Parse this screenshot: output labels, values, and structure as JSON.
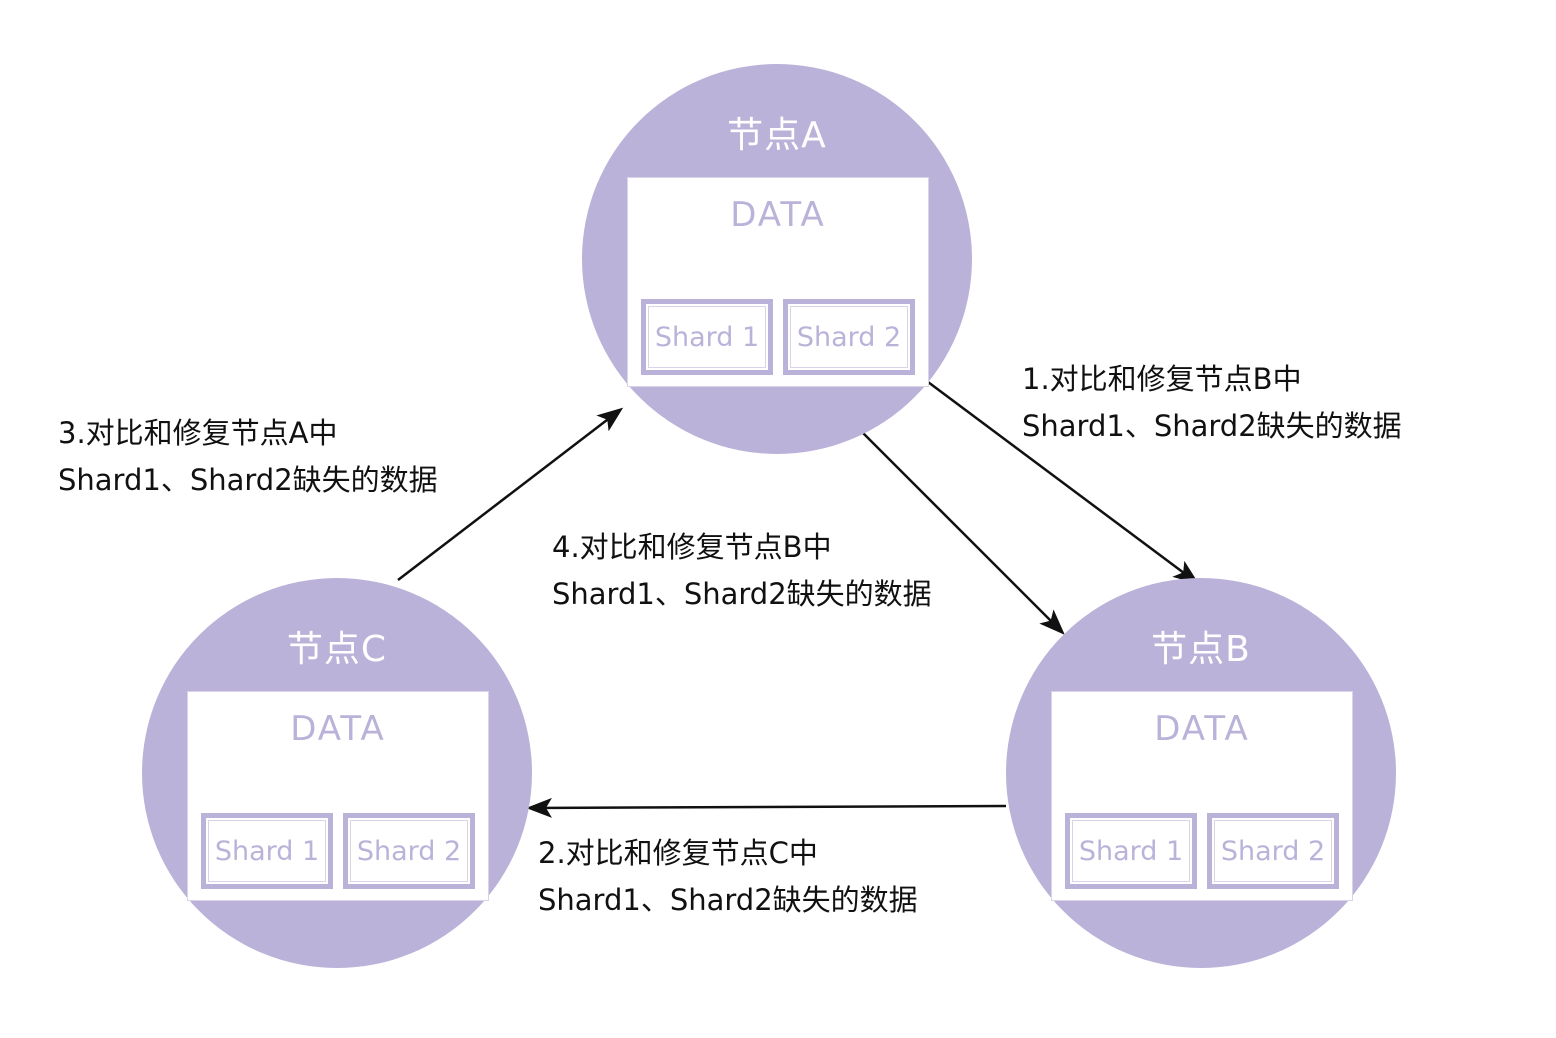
{
  "nodes": {
    "a": {
      "title": "节点A",
      "data_label": "DATA",
      "shard1": "Shard 1",
      "shard2": "Shard 2"
    },
    "b": {
      "title": "节点B",
      "data_label": "DATA",
      "shard1": "Shard 1",
      "shard2": "Shard 2"
    },
    "c": {
      "title": "节点C",
      "data_label": "DATA",
      "shard1": "Shard 1",
      "shard2": "Shard 2"
    }
  },
  "steps": [
    {
      "line1": "1.对比和修复节点B中",
      "line2": "Shard1、Shard2缺失的数据"
    },
    {
      "line1": "2.对比和修复节点C中",
      "line2": "Shard1、Shard2缺失的数据"
    },
    {
      "line1": "3.对比和修复节点A中",
      "line2": "Shard1、Shard2缺失的数据"
    },
    {
      "line1": "4.对比和修复节点B中",
      "line2": "Shard1、Shard2缺失的数据"
    }
  ],
  "colors": {
    "node_fill": "#bbb2d9",
    "arrow": "#111111"
  }
}
